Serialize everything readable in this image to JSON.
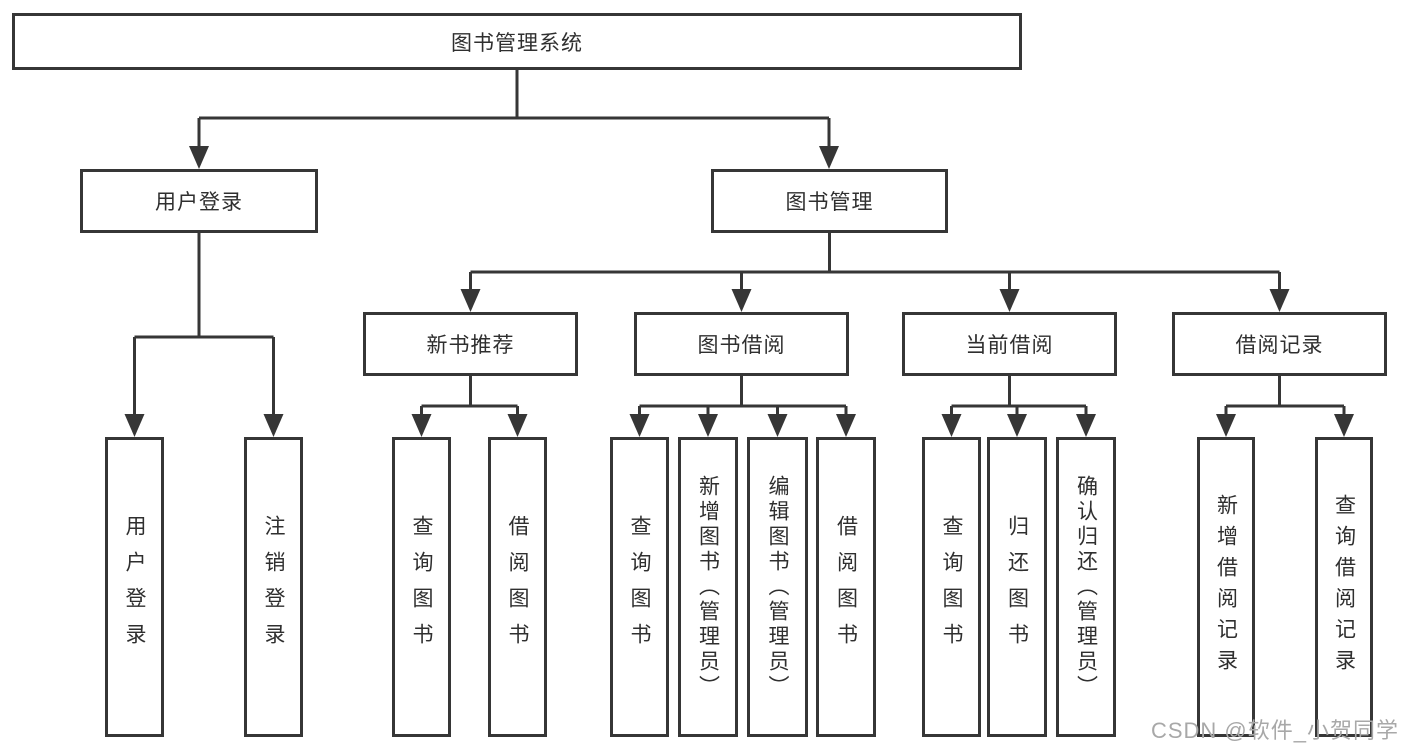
{
  "diagram": {
    "tree": {
      "root": {
        "label": "图书管理系统",
        "children": [
          {
            "label": "用户登录",
            "children": [
              {
                "label": "用户登录"
              },
              {
                "label": "注销登录"
              }
            ]
          },
          {
            "label": "图书管理",
            "children": [
              {
                "label": "新书推荐",
                "children": [
                  {
                    "label": "查询图书"
                  },
                  {
                    "label": "借阅图书"
                  }
                ]
              },
              {
                "label": "图书借阅",
                "children": [
                  {
                    "label": "查询图书"
                  },
                  {
                    "label": "新增图书（管理员）"
                  },
                  {
                    "label": "编辑图书（管理员）"
                  },
                  {
                    "label": "借阅图书"
                  }
                ]
              },
              {
                "label": "当前借阅",
                "children": [
                  {
                    "label": "查询图书"
                  },
                  {
                    "label": "归还图书"
                  },
                  {
                    "label": "确认归还（管理员）"
                  }
                ]
              },
              {
                "label": "借阅记录",
                "children": [
                  {
                    "label": "新增借阅记录"
                  },
                  {
                    "label": "查询借阅记录"
                  }
                ]
              }
            ]
          }
        ]
      }
    },
    "colors": {
      "line": "#363636",
      "text": "#2f2f2f",
      "background": "#ffffff",
      "watermark": "#a8a8a8"
    }
  },
  "watermark": {
    "label": "CSDN @软件_小贺同学"
  }
}
